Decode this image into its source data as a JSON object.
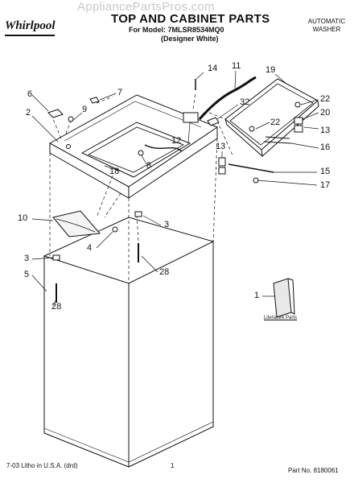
{
  "header": {
    "watermark": "AppliancePartsPros.com",
    "brand": "Whirlpool",
    "title": "TOP AND CABINET PARTS",
    "model_line": "For Model: 7MLSR8534MQ0",
    "description": "(Designer White)",
    "product_type_line1": "AUTOMATIC",
    "product_type_line2": "WASHER"
  },
  "callouts": [
    {
      "id": "14",
      "label": "14"
    },
    {
      "id": "11",
      "label": "11"
    },
    {
      "id": "19",
      "label": "19"
    },
    {
      "id": "6",
      "label": "6"
    },
    {
      "id": "7",
      "label": "7"
    },
    {
      "id": "9",
      "label": "9"
    },
    {
      "id": "2",
      "label": "2"
    },
    {
      "id": "32",
      "label": "32"
    },
    {
      "id": "22a",
      "label": "22"
    },
    {
      "id": "20",
      "label": "20"
    },
    {
      "id": "22b",
      "label": "22"
    },
    {
      "id": "13a",
      "label": "13"
    },
    {
      "id": "12",
      "label": "12"
    },
    {
      "id": "13b",
      "label": "13"
    },
    {
      "id": "16",
      "label": "16"
    },
    {
      "id": "8",
      "label": "8"
    },
    {
      "id": "18",
      "label": "18"
    },
    {
      "id": "15",
      "label": "15"
    },
    {
      "id": "17",
      "label": "17"
    },
    {
      "id": "10",
      "label": "10"
    },
    {
      "id": "3a",
      "label": "3"
    },
    {
      "id": "4",
      "label": "4"
    },
    {
      "id": "28a",
      "label": "28"
    },
    {
      "id": "3b",
      "label": "3"
    },
    {
      "id": "5",
      "label": "5"
    },
    {
      "id": "28b",
      "label": "28"
    },
    {
      "id": "1",
      "label": "1"
    }
  ],
  "literature_label": "Literature Parts",
  "footer": {
    "print_info": "7-03 Litho in U.S.A. (drd)",
    "page_number": "1",
    "part_number": "Part No. 8180061"
  }
}
